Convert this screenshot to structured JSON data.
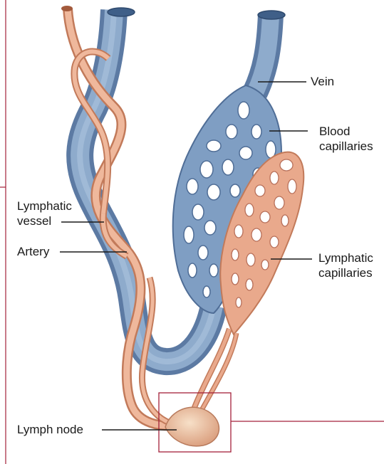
{
  "labels": {
    "vein": "Vein",
    "blood_capillaries_1": "Blood",
    "blood_capillaries_2": "capillaries",
    "lymphatic_vessel_1": "Lymphatic",
    "lymphatic_vessel_2": "vessel",
    "artery": "Artery",
    "lymphatic_capillaries_1": "Lymphatic",
    "lymphatic_capillaries_2": "capillaries",
    "lymph_node": "Lymph node"
  },
  "colors": {
    "vein": "#7f9ec3",
    "vein_dark": "#5c7aa3",
    "artery": "#e3a487",
    "artery_dark": "#c97c5e",
    "lymph": "#e9a98c",
    "node": "#f1cdb0",
    "frame": "#a3213a"
  }
}
